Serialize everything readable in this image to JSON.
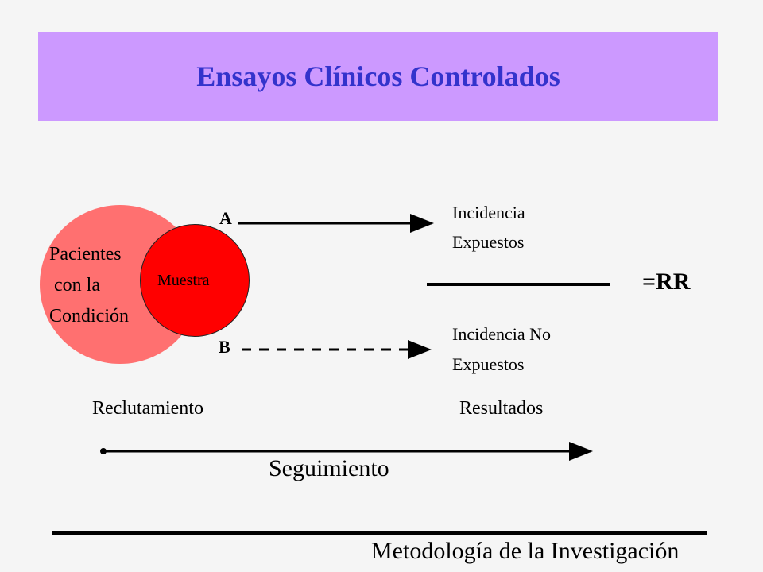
{
  "title": "Ensayos Clínicos Controlados",
  "population": {
    "lines": [
      "Pacientes",
      " con la",
      "Condición"
    ]
  },
  "sample": "Muestra",
  "arm_a": "A",
  "arm_b": "B",
  "outcome_a": {
    "line1": "Incidencia",
    "line2": "Expuestos"
  },
  "outcome_b": {
    "line1": "Incidencia No",
    "line2": "Expuestos"
  },
  "ratio": "=RR",
  "recruitment": "Reclutamiento",
  "results": "Resultados",
  "followup": "Seguimiento",
  "footer": "Metodología de la Investigación",
  "colors": {
    "title_bar": "#cc99ff",
    "title_text": "#3333cc",
    "population_circle": "#ff7070",
    "sample_circle": "#ff0000"
  }
}
